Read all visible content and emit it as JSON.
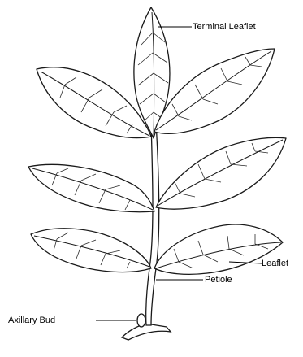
{
  "labels": {
    "terminal_leaflet": "Terminal Leaflet",
    "leaflet": "Leaflet",
    "petiole": "Petiole",
    "axillary_bud": "Axillary Bud"
  },
  "colors": {
    "line": "#1a1a1a",
    "background": "#ffffff"
  }
}
